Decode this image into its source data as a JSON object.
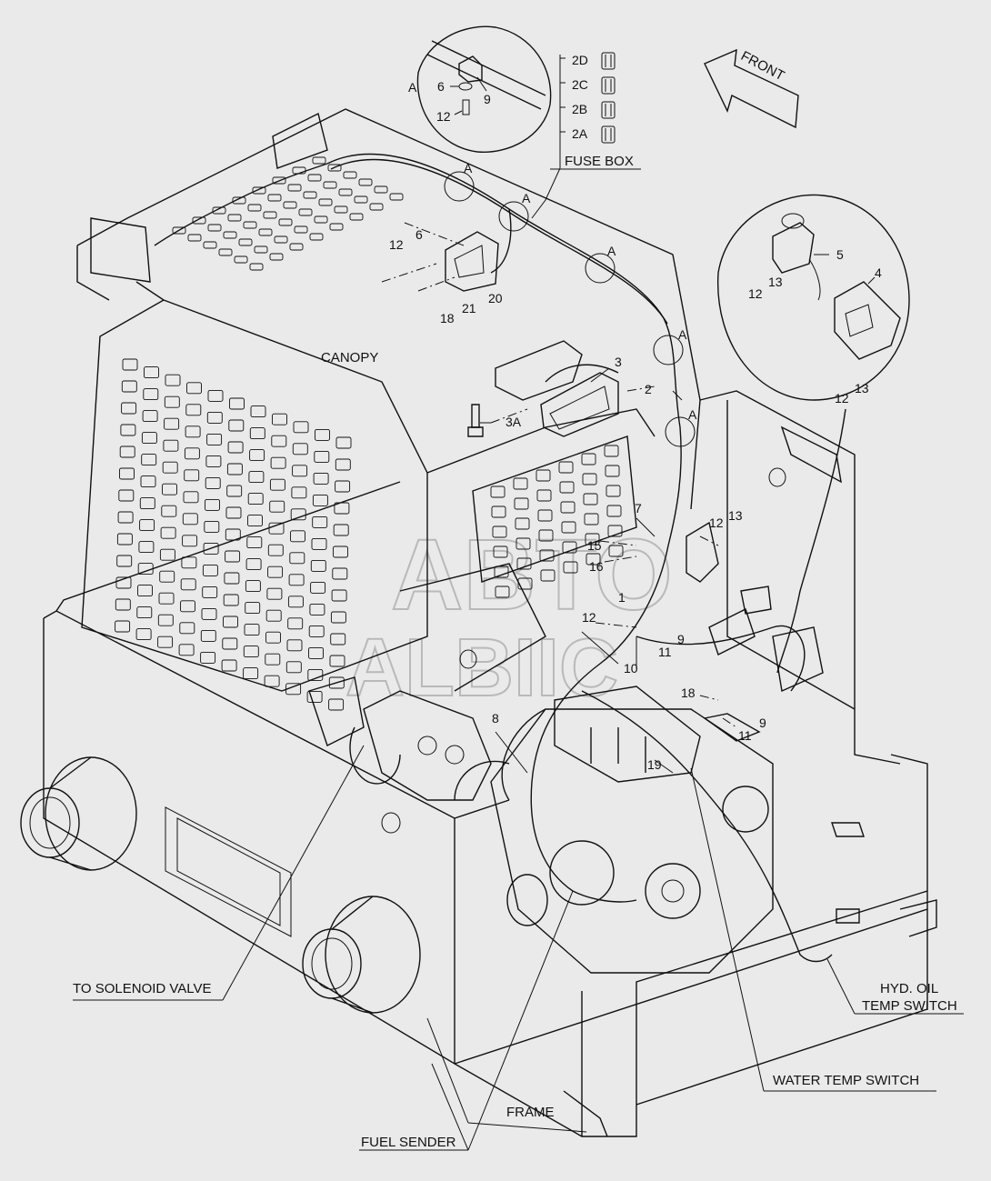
{
  "callouts": {
    "front": "FRONT",
    "fuse_box": "FUSE BOX",
    "canopy": "CANOPY",
    "to_solenoid_valve": "TO SOLENOID VALVE",
    "frame": "FRAME",
    "fuel_sender": "FUEL SENDER",
    "water_temp_switch": "WATER TEMP SWITCH",
    "hyd_oil_line1": "HYD. OIL",
    "hyd_oil_line2": "TEMP SWITCH"
  },
  "fuses": [
    "2D",
    "2C",
    "2B",
    "2A"
  ],
  "detail_tag": "A",
  "part_numbers": {
    "p1": "1",
    "p2": "2",
    "p3": "3",
    "p3a": "3A",
    "p4": "4",
    "p5": "5",
    "p6": "6",
    "p7": "7",
    "p8": "8",
    "p9": "9",
    "p10": "10",
    "p11": "11",
    "p12": "12",
    "p13": "13",
    "p15": "15",
    "p16": "16",
    "p18": "18",
    "p19": "19",
    "p20": "20",
    "p21": "21"
  },
  "watermark": {
    "line1": "ABTO",
    "line2": "ALBIIC"
  }
}
